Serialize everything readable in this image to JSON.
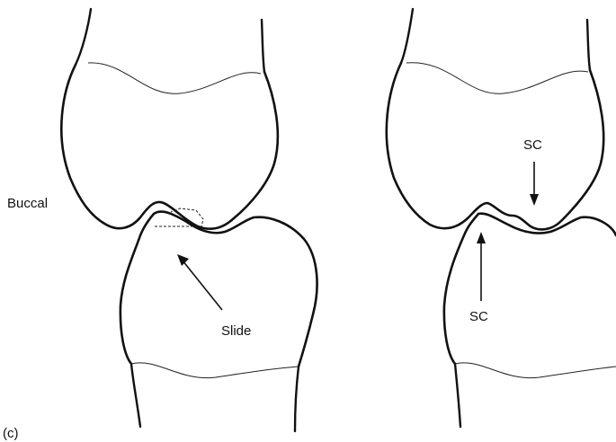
{
  "labels": {
    "buccal": "Buccal",
    "slide": "Slide",
    "sc_upper": "SC",
    "sc_lower": "SC",
    "panel": "(c)"
  }
}
